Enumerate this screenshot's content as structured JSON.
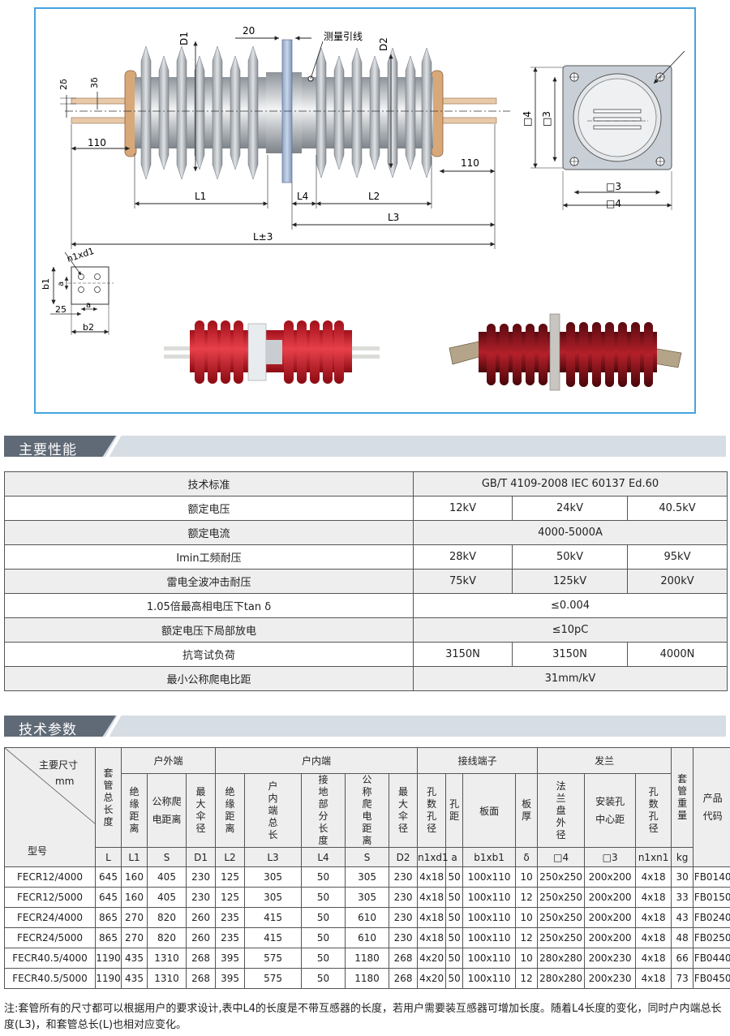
{
  "drawing": {
    "label_measure_lead": "测量引线",
    "dim_D1": "D1",
    "dim_D2": "D2",
    "dim_20": "20",
    "dim_2d": "2δ",
    "dim_3d": "3δ",
    "dim_110_left": "110",
    "dim_110_right": "110",
    "dim_L1": "L1",
    "dim_L2": "L2",
    "dim_L3": "L3",
    "dim_L4": "L4",
    "dim_L": "L±3",
    "dim_sq4_v": "□4",
    "dim_sq3_v": "□3",
    "dim_sq3_h": "□3",
    "dim_sq4_h": "□4",
    "dim_n1xd1": "n1xd1",
    "dim_b1": "b1",
    "dim_a_v": "a",
    "dim_a_h": "a",
    "dim_25": "25",
    "dim_b2": "b2"
  },
  "sections": {
    "performance_title": "主要性能",
    "parameters_title": "技术参数"
  },
  "performance": {
    "rows": [
      {
        "label": "技术标准",
        "values": [
          "GB/T  4109-2008  IEC 60137  Ed.60"
        ]
      },
      {
        "label": "额定电压",
        "values": [
          "12kV",
          "24kV",
          "40.5kV"
        ]
      },
      {
        "label": "额定电流",
        "values": [
          "4000-5000A"
        ]
      },
      {
        "label": "Imin工频耐压",
        "values": [
          "28kV",
          "50kV",
          "95kV"
        ]
      },
      {
        "label": "雷电全波冲击耐压",
        "values": [
          "75kV",
          "125kV",
          "200kV"
        ]
      },
      {
        "label": "1.05倍最高相电压下tan δ",
        "values": [
          "≤0.004"
        ]
      },
      {
        "label": "额定电压下局部放电",
        "values": [
          "≤10pC"
        ]
      },
      {
        "label": "抗弯试负荷",
        "values": [
          "3150N",
          "3150N",
          "4000N"
        ]
      },
      {
        "label": "最小公称爬电比距",
        "values": [
          "31mm/kV"
        ]
      }
    ]
  },
  "parameters": {
    "corner_top": "主要尺寸",
    "corner_unit": "mm",
    "corner_bottom": "型号",
    "groups": {
      "total_length": "套管总长度",
      "outdoor": "户外端",
      "indoor": "户内端",
      "terminal": "接线端子",
      "flange": "发兰",
      "weight": "套管重量",
      "code": "产品代码"
    },
    "sub": {
      "o_ins": "绝缘距离",
      "o_creep": "公称爬电距离",
      "o_dia": "最大伞径",
      "i_ins": "绝缘距离",
      "i_len": "户内端总长",
      "i_ground": "接地部分长度",
      "i_creep": "公称爬电距离",
      "i_dia": "最大伞径",
      "t_hole": "孔数孔径",
      "t_pitch": "孔距",
      "t_plate": "板面",
      "t_thick": "板厚",
      "f_outer": "法兰盘外径",
      "f_center": "安装孔中心距",
      "f_hole": "孔数孔径"
    },
    "symbols": [
      "L",
      "L1",
      "S",
      "D1",
      "L2",
      "L3",
      "L4",
      "S",
      "D2",
      "n1xd1",
      "a",
      "b1xb1",
      "δ",
      "□4",
      "□3",
      "n1xn1",
      "kg"
    ],
    "rows": [
      [
        "FECR12/4000",
        "645",
        "160",
        "405",
        "230",
        "125",
        "305",
        "50",
        "305",
        "230",
        "4x18",
        "50",
        "100x110",
        "10",
        "250x250",
        "200x200",
        "4x18",
        "30",
        "FB0140"
      ],
      [
        "FECR12/5000",
        "645",
        "160",
        "405",
        "230",
        "125",
        "305",
        "50",
        "305",
        "230",
        "4x18",
        "50",
        "100x110",
        "12",
        "250x250",
        "200x200",
        "4x18",
        "33",
        "FB0150"
      ],
      [
        "FECR24/4000",
        "865",
        "270",
        "820",
        "260",
        "235",
        "415",
        "50",
        "610",
        "230",
        "4x18",
        "50",
        "100x110",
        "10",
        "250x250",
        "200x200",
        "4x18",
        "43",
        "FB0240"
      ],
      [
        "FECR24/5000",
        "865",
        "270",
        "820",
        "260",
        "235",
        "415",
        "50",
        "610",
        "230",
        "4x18",
        "50",
        "100x110",
        "12",
        "250x250",
        "200x200",
        "4x18",
        "48",
        "FB0250"
      ],
      [
        "FECR40.5/4000",
        "1190",
        "435",
        "1310",
        "268",
        "395",
        "575",
        "50",
        "1180",
        "268",
        "4x20",
        "50",
        "100x110",
        "10",
        "280x280",
        "200x230",
        "4x18",
        "66",
        "FB0440"
      ],
      [
        "FECR40.5/5000",
        "1190",
        "435",
        "1310",
        "268",
        "395",
        "575",
        "50",
        "1180",
        "268",
        "4x20",
        "50",
        "100x110",
        "12",
        "280x280",
        "200x230",
        "4x18",
        "73",
        "FB0450"
      ]
    ]
  },
  "note": "注:套管所有的尺寸都可以根据用户的要求设计,表中L4的长度是不带互感器的长度，若用户需要装互感器可增加长度。随着L4长度的变化，同时户内端总长度(L3)，和套管总长(L)也相对应变化。"
}
